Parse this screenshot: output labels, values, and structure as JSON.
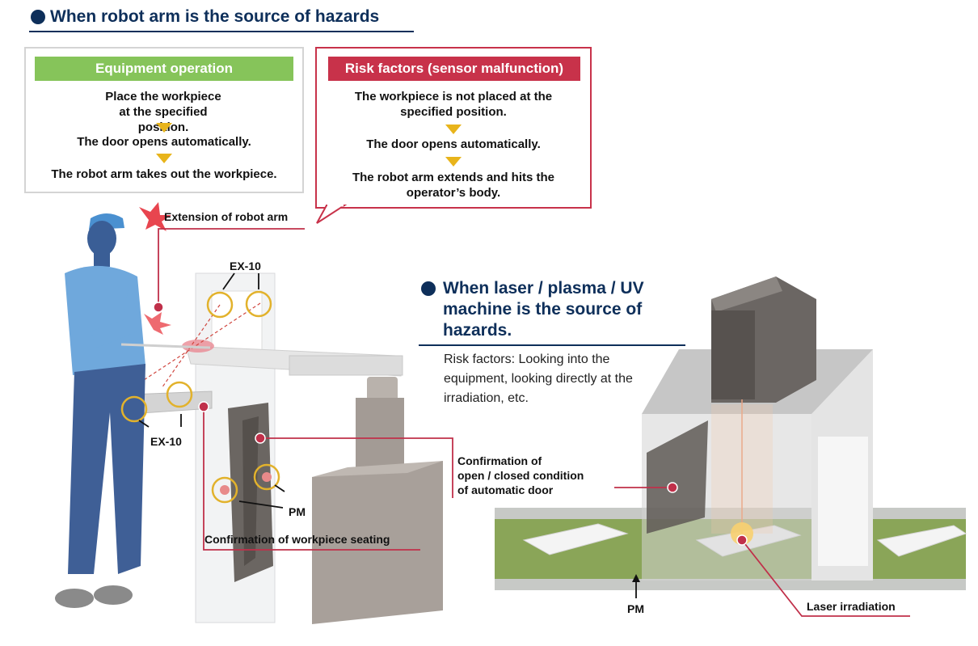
{
  "robot_section": {
    "heading": "When robot arm is the source of hazards",
    "equipment_operation": {
      "title": "Equipment operation",
      "steps": [
        "Place the workpiece at the specified position.",
        "The door opens automatically.",
        "The robot arm takes out the workpiece."
      ]
    },
    "risk_factors": {
      "title": "Risk factors (sensor malfunction)",
      "steps": [
        "The workpiece is not placed at the specified position.",
        "The door opens automatically.",
        "The robot arm extends and hits the operator’s body."
      ]
    },
    "labels": {
      "extension": "Extension of robot arm",
      "ex10_top": "EX-10",
      "ex10_bottom": "EX-10",
      "pm": "PM",
      "seating": "Confirmation of workpiece seating",
      "door_line1": "Confirmation of",
      "door_line2": "open / closed condition",
      "door_line3": "of automatic door"
    }
  },
  "laser_section": {
    "heading_line1": "When laser / plasma / UV",
    "heading_line2": "machine is the source of",
    "heading_line3": "hazards.",
    "risk_line1": "Risk factors: Looking into the",
    "risk_line2": "equipment, looking directly at the",
    "risk_line3": "irradiation, etc.",
    "labels": {
      "pm": "PM",
      "laser": "Laser irradiation"
    }
  },
  "colors": {
    "navy": "#0e2f5a",
    "green": "#86c45a",
    "red": "#c8324a",
    "yellow": "#e8b41b",
    "leader_red": "#c0304a"
  }
}
